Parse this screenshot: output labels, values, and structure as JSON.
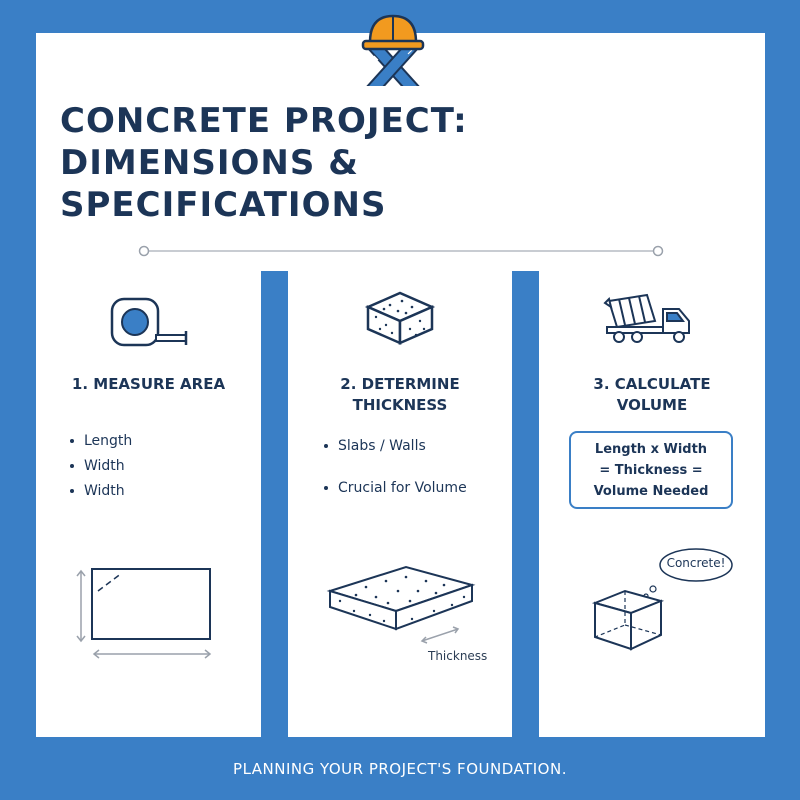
{
  "title": {
    "line1": "CONCRETE PROJECT:",
    "line2": "DIMENSIONS &",
    "line3": "SPECIFICATIONS"
  },
  "steps": [
    {
      "title_line1": "1. MEASURE AREA",
      "title_line2": "",
      "bullets": [
        "Length",
        "Width",
        "Width"
      ],
      "icon": "tape-measure-icon"
    },
    {
      "title_line1": "2. DETERMINE",
      "title_line2": "THICKNESS",
      "bullets": [
        "Slabs / Walls",
        "Crucial for Volume"
      ],
      "icon": "concrete-block-icon",
      "illustration_label": "Thickness"
    },
    {
      "title_line1": "3. CALCULATE",
      "title_line2": "VOLUME",
      "formula": [
        "Length x Width",
        "= Thickness =",
        "Volume Needed"
      ],
      "icon": "cement-mixer-truck-icon",
      "bubble_text": "Concrete!"
    }
  ],
  "footer": "PLANNING YOUR PROJECT'S FOUNDATION.",
  "colors": {
    "accent": "#3a7fc6",
    "text": "#1c3557",
    "helmet": "#f29a1f"
  }
}
